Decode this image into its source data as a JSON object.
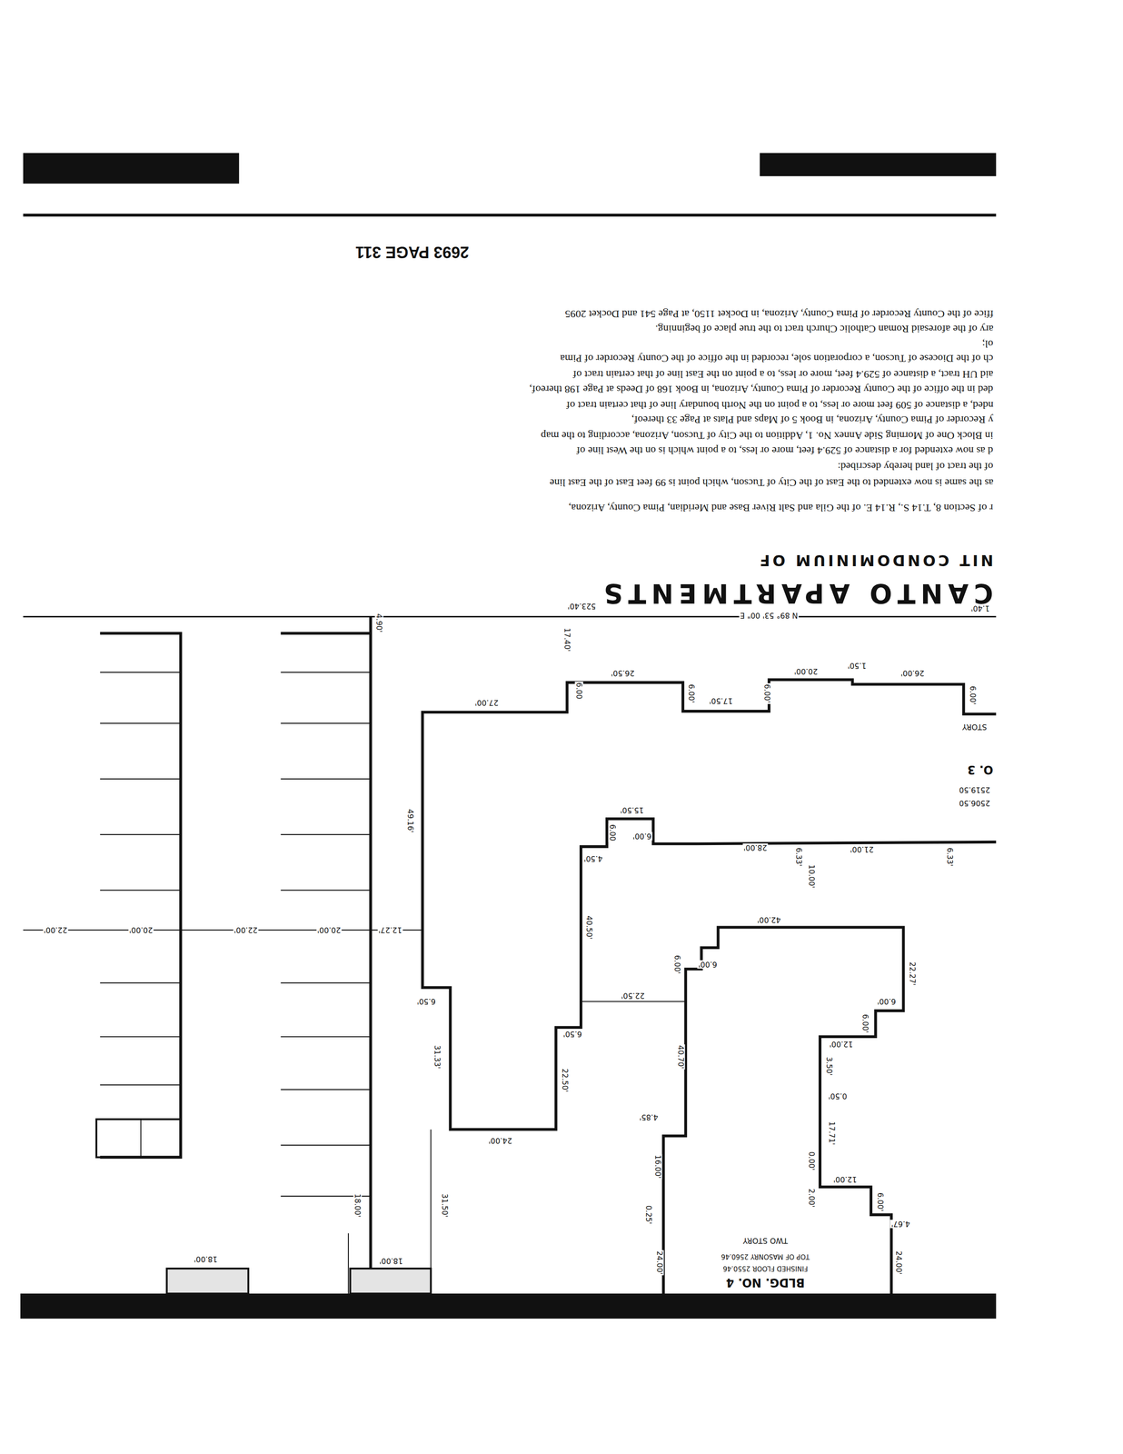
{
  "diagram": {
    "title": "CANTO APARTMENTS",
    "labels": [
      "2693 PAGE 311",
      "NIT CONDOMINIUM OF",
      "r of Section 8, T.14 S., R.14 E. of the Gila and Salt River Base and Meridian, Pima County, Arizona,",
      "as the same is now extended to the East of the City of Tucson, which point is 99 feet East of the East line",
      "of the tract of land hereby described:",
      "d as now extended for a distance of 529.4 feet, more or less, to a point which is on the West line of",
      "in Block One of Morning Side Annex No. 1, Addition to the City of Tucson, Arizona, according to the map",
      "y Recorder of Pima County, Arizona, in Book 5 of Maps and Plats at Page 33 thereof,",
      "nded, a distance of 509 feet more or less, to a point on the North boundary line of that certain tract of",
      "ded in the office of the County Recorder of Pima County, Arizona, in Book 168 of Deeds at Page 198 thereof,",
      "aid UH tract, a distance of 529.4 feet, more or less, to a point on the East line of that certain tract of",
      "ch of the Diocese of Tucson, a corporation sole, recorded in the office of the County Recorder of Pima",
      "ol;",
      "ary of the aforesaid Roman Catholic Church tract to the true place of beginning.",
      "ffice of the County Recorder of Pima County, Arizona, in Docket 1150, at Page 541 and Docket 2095",
      "1.40'",
      "N 89° 53' 00\" E",
      "523.40'",
      "4.90'",
      "17.40'",
      "6.00",
      "27.00'",
      "26.50'",
      "6.00'",
      "17.50'",
      "6.00'",
      "20.00'",
      "1.50'",
      "26.00'",
      "6.00'",
      "STORY",
      "O. 3",
      "2519.50",
      "2506.50",
      "6.33'",
      "21.00'",
      "10.00'",
      "6.33'",
      "28.00'",
      "6.00'",
      "15.50'",
      "6.00",
      "4.50'",
      "49.16'",
      "12.27'",
      "20.00'",
      "22.00'",
      "20.00'",
      "22.00'",
      "40.50'",
      "6.00'",
      "6.00'",
      "42.00'",
      "22.27'",
      "6.00'",
      "6.00'",
      "12.00'",
      "6.50'",
      "31.33'",
      "24.00'",
      "22.50'",
      "6.50'",
      "22.50'",
      "40.70'",
      "4.85'",
      "3.50'",
      "0.50'",
      "17.71'",
      "0.00'",
      "12.00'",
      "2.00'",
      "6.00'",
      "4.67'",
      "16.00'",
      "0.25'",
      "24.00'",
      "31.50'",
      "18.00'",
      "18.00'",
      "18.00'",
      "24.00'",
      "TWO STORY",
      "TOP OF MASONRY 2560.46",
      "FINISHED FLOOR 2550.46",
      "BLDG. NO. 4"
    ]
  }
}
